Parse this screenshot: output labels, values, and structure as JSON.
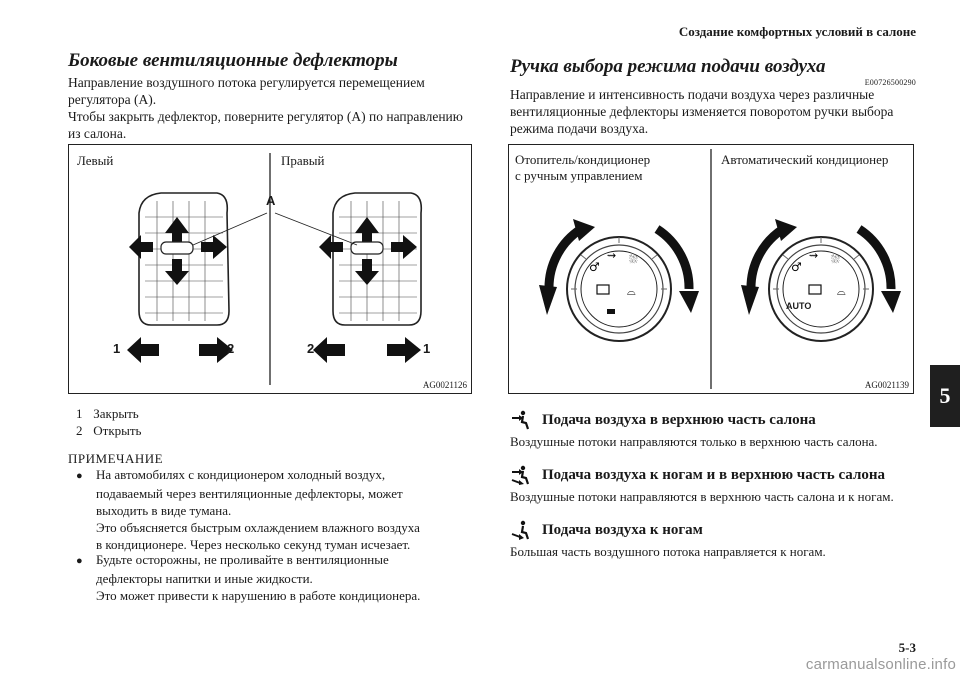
{
  "running_head": "Создание комфортных условий в салоне",
  "left": {
    "title": "Боковые вентиляционные дефлекторы",
    "para1": "Направление воздушного потока регулируется перемещением",
    "para2": "регулятора (A).",
    "para3": "Чтобы закрыть дефлектор, поверните регулятор (A) по направлению",
    "para4": "из салона.",
    "figure": {
      "label_left": "Левый",
      "label_right": "Правый",
      "label_a": "A",
      "num_1": "1",
      "num_2": "2",
      "id": "AG0021126"
    },
    "legend": [
      {
        "num": "1",
        "text": "Закрыть"
      },
      {
        "num": "2",
        "text": "Открыть"
      }
    ],
    "note": {
      "title": "ПРИМЕЧАНИЕ",
      "bullet1_lines": [
        "На автомобилях с кондиционером холодный воздух,",
        "подаваемый через вентиляционные дефлекторы, может",
        "выходить в виде тумана.",
        "Это объясняется быстрым охлаждением влажного воздуха",
        "в кондиционере. Через несколько секунд туман исчезает."
      ],
      "bullet2_lines": [
        "Будьте осторожны, не проливайте в вентиляционные",
        "дефлекторы напитки и иные жидкости.",
        "Это может привести к нарушению в работе кондиционера."
      ]
    }
  },
  "right": {
    "title": "Ручка выбора режима подачи воздуха",
    "code": "E00726500290",
    "para1": "Направление и интенсивность подачи воздуха через различные",
    "para2": "вентиляционные дефлекторы изменяется поворотом ручки выбора",
    "para3": "режима подачи воздуха.",
    "figure": {
      "label_manual_1": "Отопитель/кондиционер",
      "label_manual_2": "с ручным управлением",
      "label_auto": "Автоматический кондиционер",
      "auto_text": "AUTO",
      "id": "AG0021139"
    },
    "modes": [
      {
        "title": "Подача воздуха в верхнюю часть салона",
        "desc": "Воздушные потоки направляются только в верхнюю часть салона.",
        "icon": "face-vent-icon"
      },
      {
        "title": "Подача воздуха к ногам и в верхнюю часть салона",
        "desc": "Воздушные потоки направляются в верхнюю часть салона и к ногам.",
        "icon": "bi-level-vent-icon"
      },
      {
        "title": "Подача воздуха к ногам",
        "desc": "Большая часть воздушного потока направляется к ногам.",
        "icon": "foot-vent-icon"
      }
    ]
  },
  "tab_label": "5",
  "page_number": "5-3",
  "watermark": "carmanualsonline.info"
}
